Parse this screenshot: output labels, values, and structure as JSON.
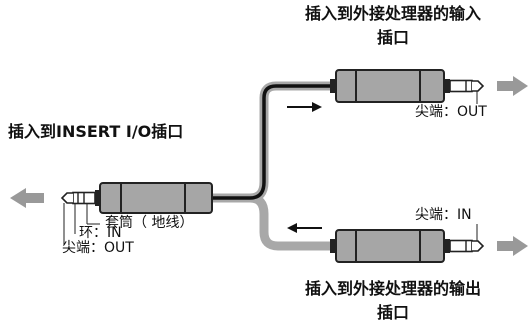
{
  "labels": {
    "insert_io": "插入到INSERT I/O插口",
    "sleeve": "套筒（ 地线）",
    "ring": "环：IN",
    "tip_out_left": "尖端：OUT",
    "processor_input_line1": "插入到外接处理器的输入",
    "processor_input_line2": "插口",
    "processor_output_line1": "插入到外接处理器的输出",
    "processor_output_line2": "插口",
    "tip_out_right": "尖端：OUT",
    "tip_in_right": "尖端：IN"
  },
  "colors": {
    "plug_body": "#a6a6a6",
    "plug_dark": "#222222",
    "cable_black": "#111111",
    "cable_grey": "#a8a8a8",
    "arrow_grey": "#999999"
  },
  "icons": [
    "left-arrow-icon",
    "right-arrow-icon",
    "signal-direction-arrow-icon"
  ]
}
